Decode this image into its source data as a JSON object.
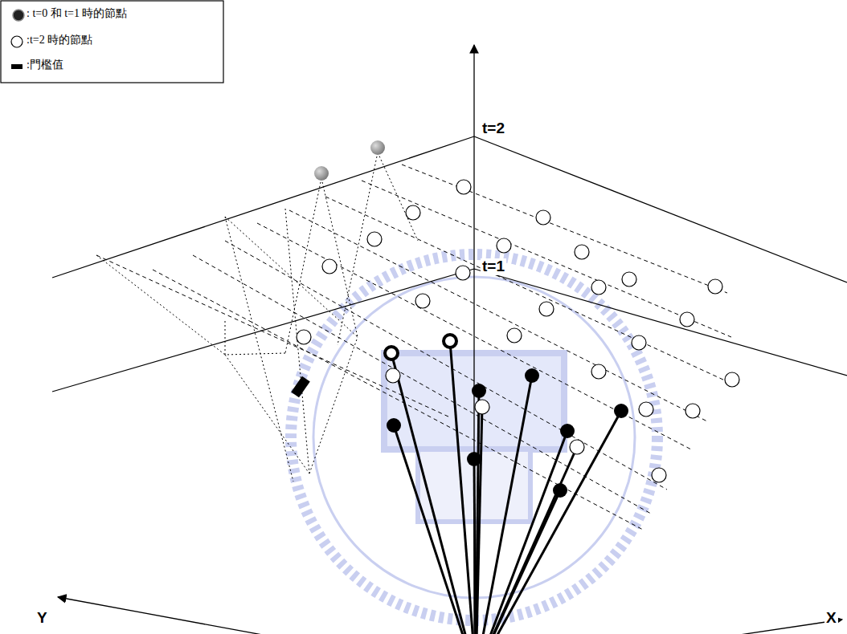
{
  "diagram": {
    "labels": [
      "t=2",
      "t=1",
      "Y",
      "X"
    ],
    "legend": [
      {
        "text": ": t=0 和 t=1 時的節點"
      },
      {
        "text": ":t=2 時的節點"
      },
      {
        "text": ":門檻值"
      }
    ]
  }
}
